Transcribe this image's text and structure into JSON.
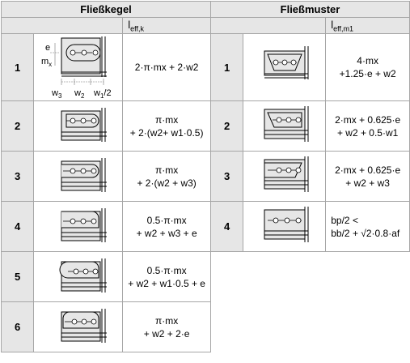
{
  "headers": {
    "left": "Fließkegel",
    "right": "Fließmuster",
    "ieff_k_base": "l",
    "ieff_k_sub": "eff,k",
    "ieff_m1_base": "l",
    "ieff_m1_sub": "eff,m1"
  },
  "dimension_labels": {
    "e": "e",
    "mx": "m",
    "mx_sub": "x",
    "w3": "w",
    "w3_sub": "3",
    "w2": "w",
    "w2_sub": "2",
    "w1": "w",
    "w1_sub": "1",
    "w1_div": "/2"
  },
  "rows": [
    {
      "left_num": "1",
      "left_formula": [
        "2·π·mx + 2·w2"
      ],
      "right_num": "1",
      "right_formula": [
        "4·mx",
        "+1.25·e + w2"
      ]
    },
    {
      "left_num": "2",
      "left_formula": [
        "π·mx",
        "+ 2·(w2+ w1·0.5)"
      ],
      "right_num": "2",
      "right_formula": [
        "2·mx + 0.625·e",
        "+ w2 + 0.5·w1"
      ]
    },
    {
      "left_num": "3",
      "left_formula": [
        "π·mx",
        "+ 2·(w2 + w3)"
      ],
      "right_num": "3",
      "right_formula": [
        "2·mx + 0.625·e",
        "+ w2 + w3"
      ]
    },
    {
      "left_num": "4",
      "left_formula": [
        "0.5·π·mx",
        "+ w2 + w3 + e"
      ],
      "right_num": "4",
      "right_formula": [
        "bp/2 <",
        "bb/2 + √2·0.8·af"
      ]
    },
    {
      "left_num": "5",
      "left_formula": [
        "0.5·π·mx",
        "+ w2 + w1·0.5 + e"
      ]
    },
    {
      "left_num": "6",
      "left_formula": [
        "π·mx",
        "+ w2 + 2·e"
      ]
    }
  ]
}
